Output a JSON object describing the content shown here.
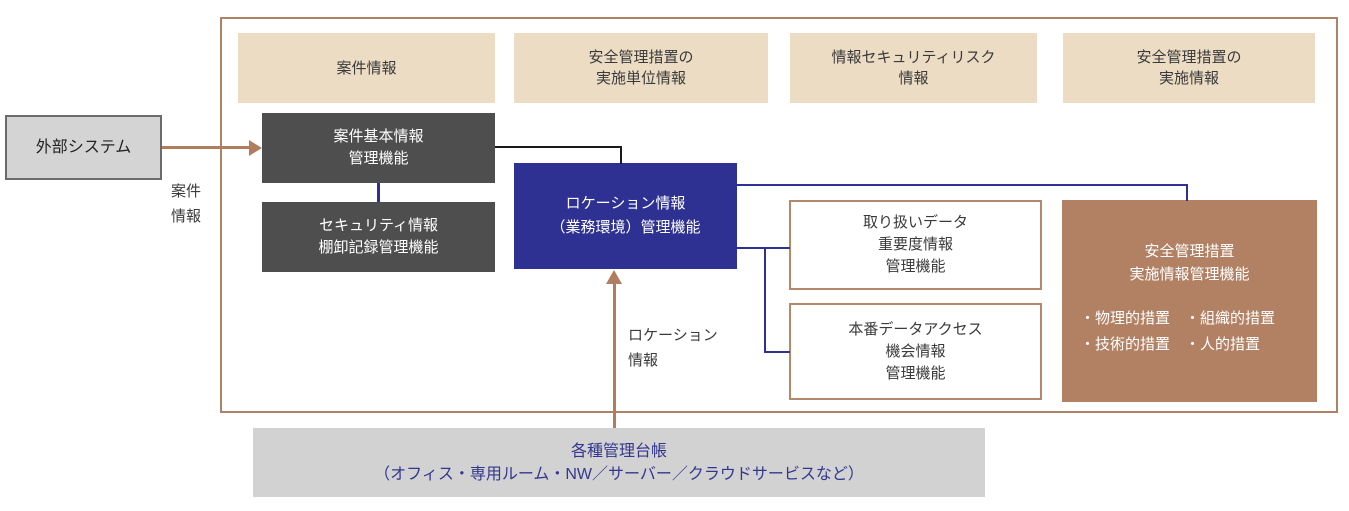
{
  "colors": {
    "beige": "#ecdcc4",
    "dark-gray": "#4e4e4e",
    "navy": "#2e3192",
    "brown": "#b28063",
    "border-brown": "#ad8266",
    "light-gray": "#d2d2d2",
    "external-border": "#6b6b6b",
    "text-dark": "#3a3a3a",
    "black-line": "#1a1a1a",
    "navy-text": "#34378f"
  },
  "headers": [
    {
      "label": "案件情報"
    },
    {
      "label": "安全管理措置の\n実施単位情報"
    },
    {
      "label": "情報セキュリティリスク\n情報"
    },
    {
      "label": "安全管理措置の\n実施情報"
    }
  ],
  "boxes": {
    "external": {
      "label": "外部システム"
    },
    "case_basic": {
      "label": "案件基本情報\n管理機能"
    },
    "security_inventory": {
      "label": "セキュリティ情報\n棚卸記録管理機能"
    },
    "location": {
      "label": "ロケーション情報\n（業務環境）管理機能"
    },
    "data_importance": {
      "label": "取り扱いデータ\n重要度情報\n管理機能"
    },
    "prod_access": {
      "label": "本番データアクセス\n機会情報\n管理機能"
    },
    "safety_impl": {
      "title": "安全管理措置\n実施情報管理機能",
      "bullets": "・物理的措置　・組織的措置\n・技術的措置　・人的措置"
    },
    "ledger": {
      "label": "各種管理台帳\n（オフィス・専用ルーム・NW／サーバー／クラウドサービスなど）"
    }
  },
  "flow_labels": {
    "case_info": "案件\n情報",
    "location_info": "ロケーション\n情報"
  }
}
